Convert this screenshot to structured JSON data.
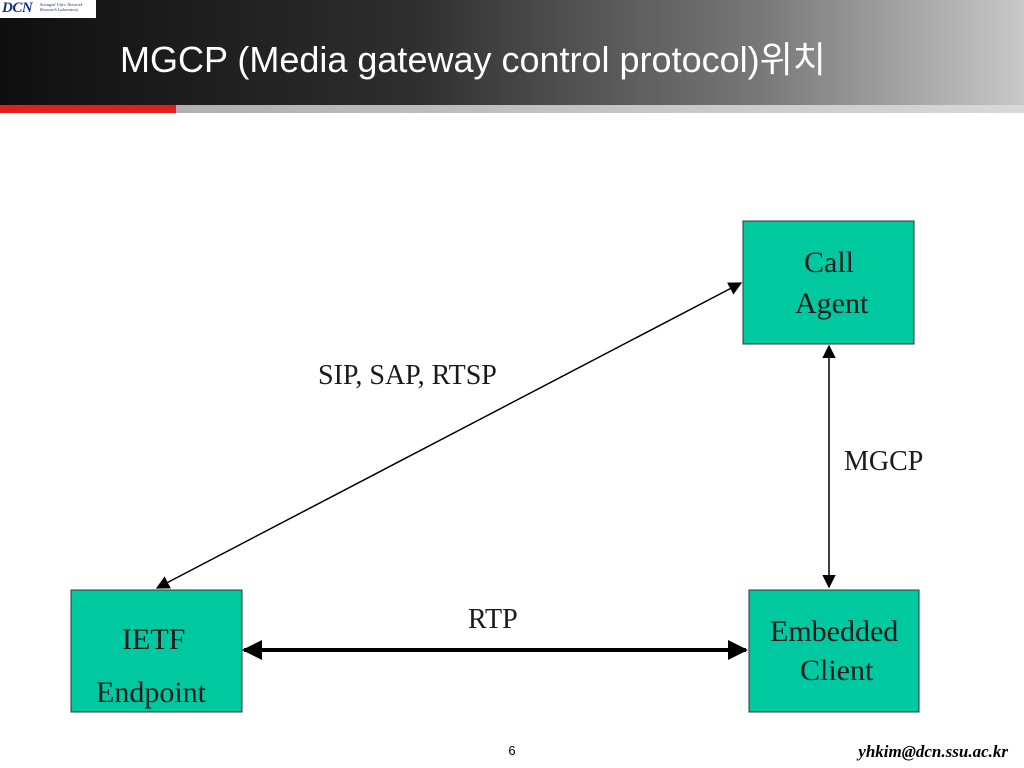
{
  "slide": {
    "title": "MGCP (Media gateway control protocol)위치",
    "page_number": "6",
    "footer_email": "yhkim@dcn.ssu.ac.kr",
    "logo": {
      "mark": "DCN",
      "subtitle": "Soongsil Univ. Network Research Laboratory"
    }
  },
  "diagram": {
    "nodes": {
      "call_agent": {
        "line1": "Call",
        "line2": "Agent"
      },
      "ietf_endpoint": {
        "line1": "IETF",
        "line2": "Endpoint"
      },
      "embedded_client": {
        "line1": "Embedded",
        "line2": "Client"
      }
    },
    "edges": {
      "sip": {
        "label": "SIP, SAP, RTSP"
      },
      "mgcp": {
        "label": "MGCP"
      },
      "rtp": {
        "label": "RTP"
      }
    },
    "colors": {
      "node_fill": "#00c8a0",
      "node_border": "#333333",
      "line": "#000000"
    }
  }
}
